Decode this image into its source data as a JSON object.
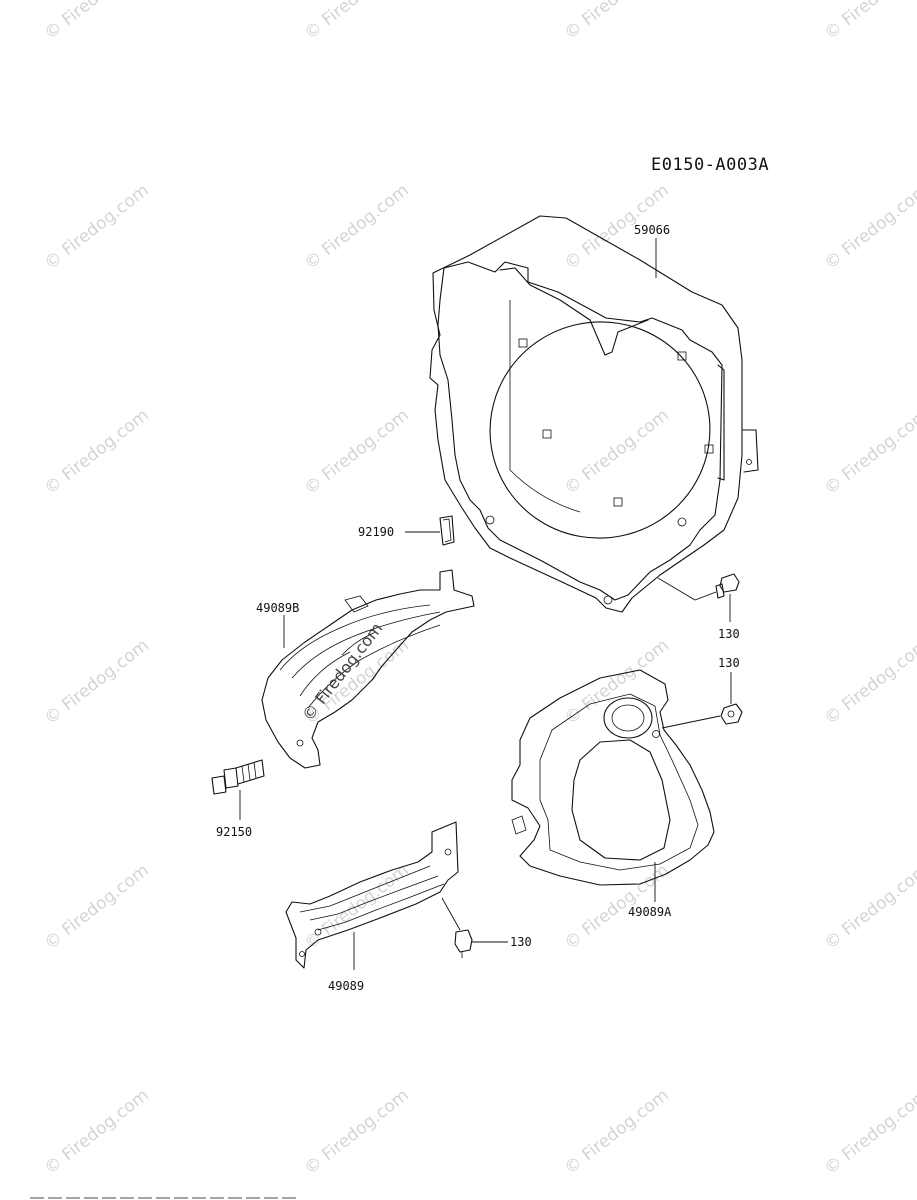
{
  "diagram_code": "E0150-A003A",
  "watermark_text": "© Firedog.com",
  "parts": [
    {
      "id": "59066"
    },
    {
      "id": "92190"
    },
    {
      "id": "49089B"
    },
    {
      "id": "130",
      "instance": "a"
    },
    {
      "id": "130",
      "instance": "b"
    },
    {
      "id": "92150"
    },
    {
      "id": "49089A"
    },
    {
      "id": "130",
      "instance": "c"
    },
    {
      "id": "49089"
    }
  ]
}
